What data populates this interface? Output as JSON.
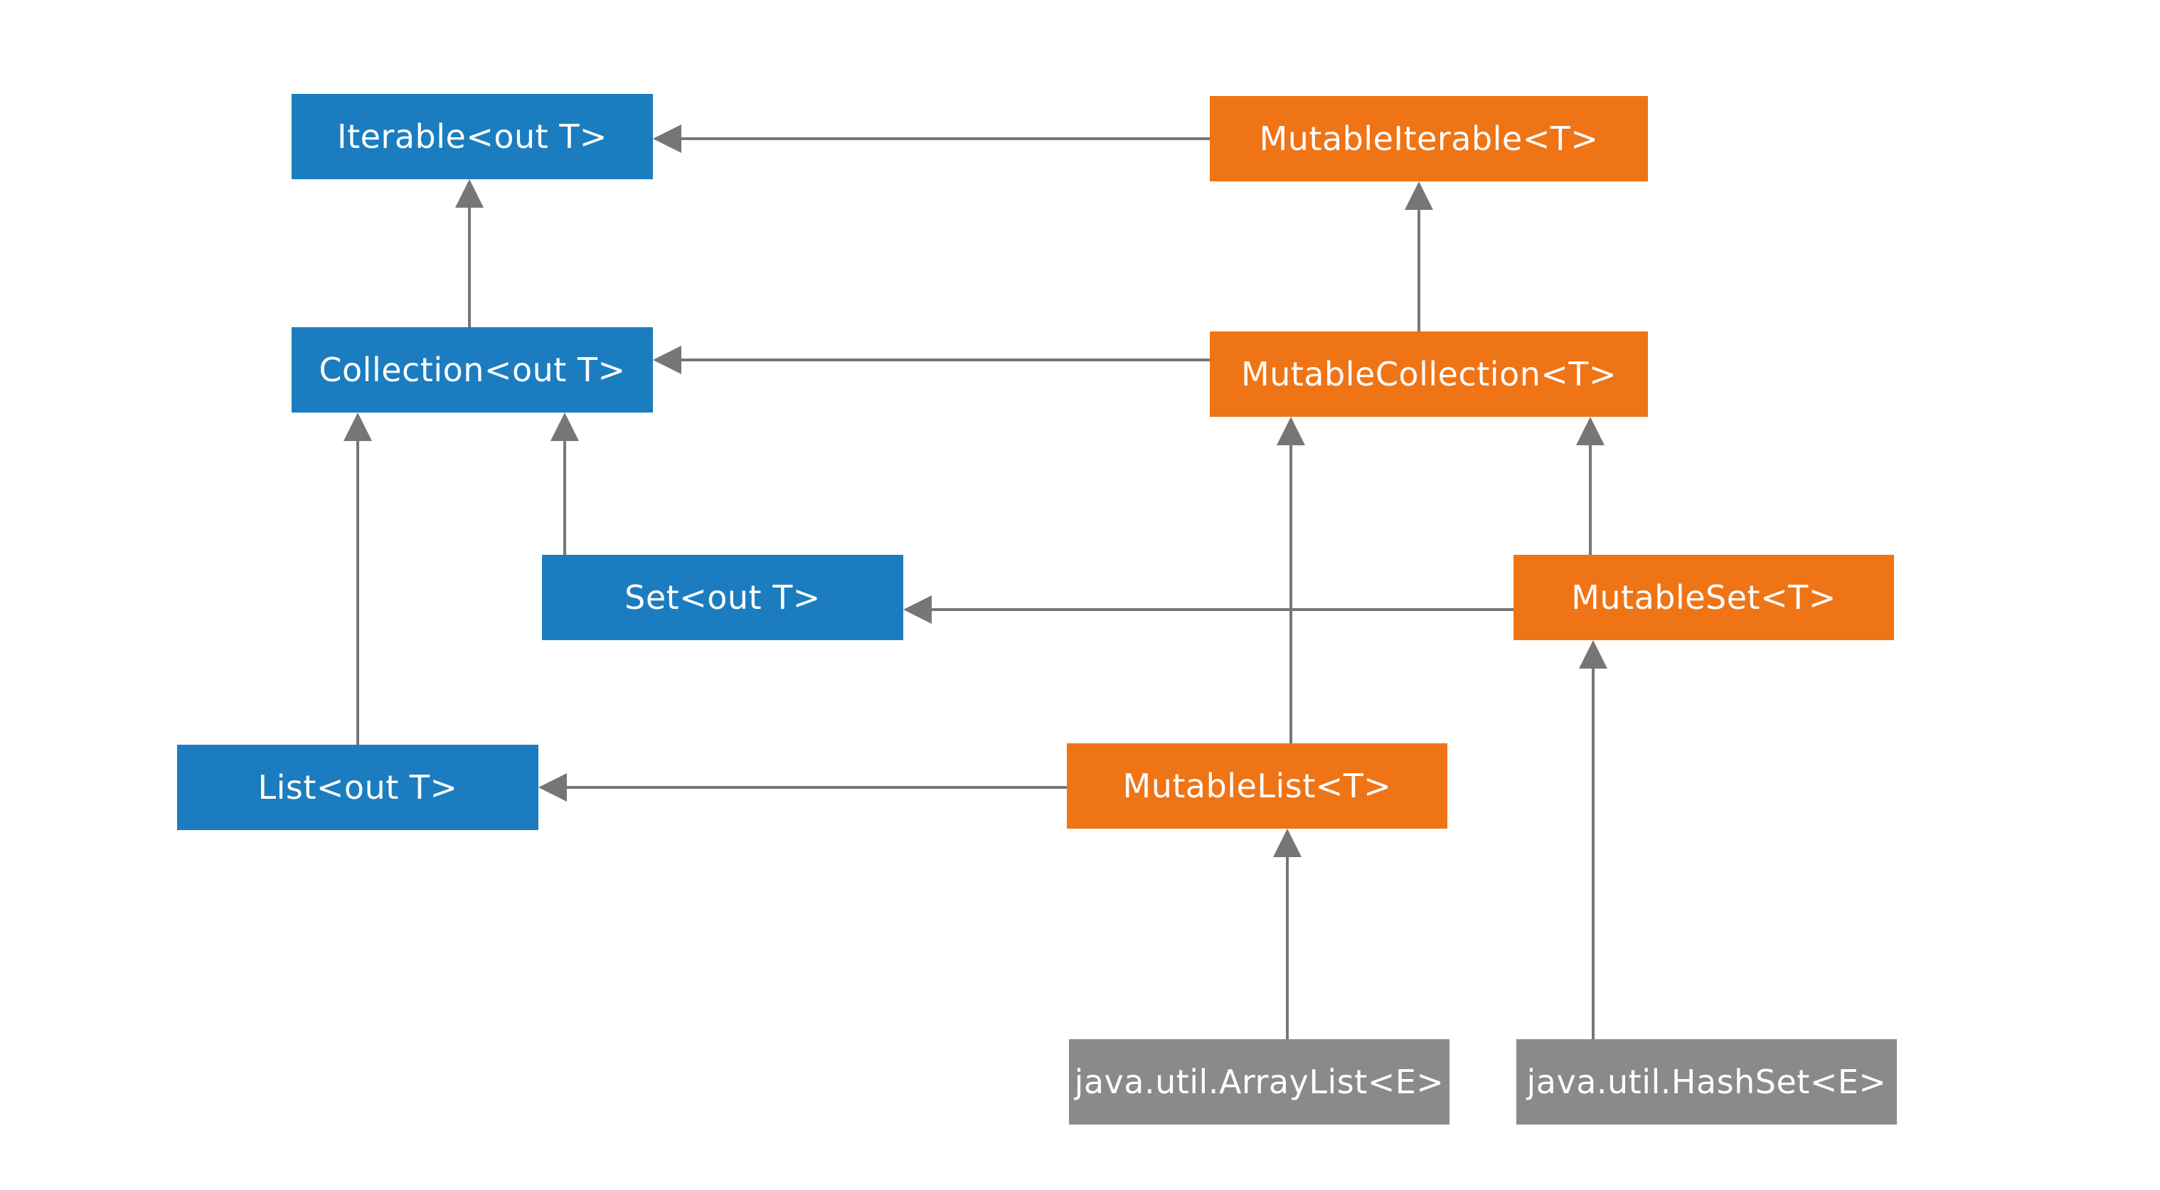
{
  "nodes": {
    "iterable": "Iterable<out T>",
    "mutable_iterable": "MutableIterable<T>",
    "collection": "Collection<out T>",
    "mutable_collection": "MutableCollection<T>",
    "set": "Set<out T>",
    "mutable_set": "MutableSet<T>",
    "list": "List<out T>",
    "mutable_list": "MutableList<T>",
    "java_arraylist": "java.util.ArrayList<E>",
    "java_hashset": "java.util.HashSet<E>"
  },
  "edges": [
    {
      "from": "mutable_iterable",
      "to": "iterable"
    },
    {
      "from": "collection",
      "to": "iterable"
    },
    {
      "from": "mutable_collection",
      "to": "mutable_iterable"
    },
    {
      "from": "mutable_collection",
      "to": "collection"
    },
    {
      "from": "set",
      "to": "collection"
    },
    {
      "from": "list",
      "to": "collection"
    },
    {
      "from": "mutable_set",
      "to": "mutable_collection"
    },
    {
      "from": "mutable_set",
      "to": "set"
    },
    {
      "from": "mutable_list",
      "to": "mutable_collection"
    },
    {
      "from": "mutable_list",
      "to": "list"
    },
    {
      "from": "java_arraylist",
      "to": "mutable_list"
    },
    {
      "from": "java_hashset",
      "to": "mutable_set"
    }
  ],
  "colors": {
    "readonly": "#1b7dbf",
    "mutable": "#ef7416",
    "java": "#8a8a8a",
    "edge": "#767676"
  }
}
